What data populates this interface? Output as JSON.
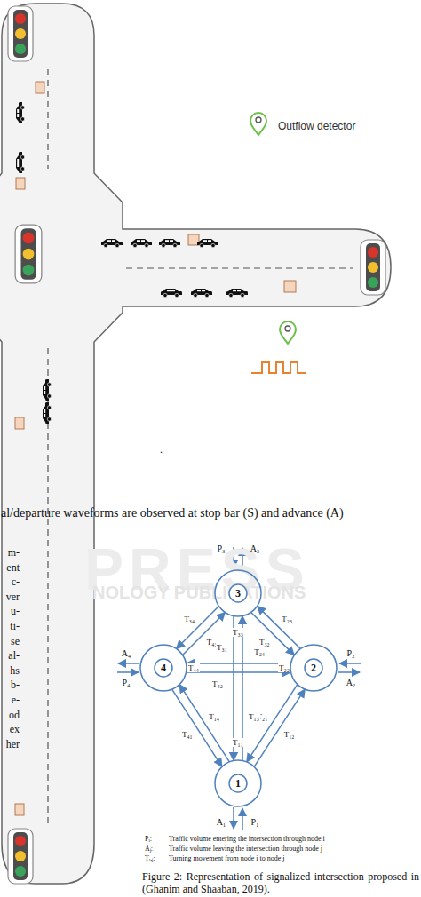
{
  "diagram": {
    "caption": "Figure 2: Representation of signalized intersection proposed in (Ghanim and Shaaban, 2019).",
    "nodes": [
      {
        "text": [
          "3"
        ]
      },
      {
        "text": [
          "4"
        ]
      },
      {
        "text": [
          "2"
        ]
      },
      {
        "text": [
          "1"
        ]
      }
    ],
    "edges": [
      {
        "from": 3,
        "to": 2,
        "label": "T₁₂",
        "arrow": "to"
      },
      {
        "from": 2,
        "to": 3,
        "label": "T₂₁",
        "arrow": "to"
      },
      {
        "from": 2,
        "to": 0,
        "label": "T₂₃",
        "arrow": "to"
      },
      {
        "from": 0,
        "to": 2,
        "label": "T₃₂",
        "arrow": "to"
      },
      {
        "from": 0,
        "to": 1,
        "label": "T₃₄",
        "arrow": "to"
      },
      {
        "from": 1,
        "to": 0,
        "label": "T₄₃",
        "arrow": "to"
      },
      {
        "from": 1,
        "to": 3,
        "label": "T₄₁",
        "arrow": "to"
      },
      {
        "from": 3,
        "to": 1,
        "label": "T₁₄",
        "arrow": "to"
      },
      {
        "from": 3,
        "to": 0,
        "label": "T₁₃",
        "arrow": "to"
      },
      {
        "from": 0,
        "to": 3,
        "label": "T₃₁",
        "arrow": "to"
      },
      {
        "from": 2,
        "to": 1,
        "label": "T₂₄",
        "arrow": "to"
      },
      {
        "from": 1,
        "to": 2,
        "label": "T₄₂",
        "arrow": "to"
      }
    ],
    "labels": [
      "Outflow detector",
      ".",
      "al/departure waveforms are observed at stop bar (S) and advance (A)",
      "PRESS",
      "NOLOGY PUBLICATIONS",
      "m-",
      "ent",
      "c-",
      "ver",
      "u-",
      "ti-",
      "se",
      "al-",
      "hs",
      "b-",
      "e-",
      "od",
      "ex",
      "her",
      "P₃",
      "A₃",
      "A₄",
      "P₄",
      "P₂",
      "A₂",
      "A₁",
      "P₁",
      "T₃₃",
      "T₄₄",
      "T₂₂",
      "T₁₁",
      "Pᵢ:",
      "Traffic volume entering the intersection through node i",
      "Aⱼ:",
      "Traffic volume leaving the intersection through node j",
      "Tᵢ,ⱼ:",
      "Turning movement from node i to node j"
    ]
  }
}
